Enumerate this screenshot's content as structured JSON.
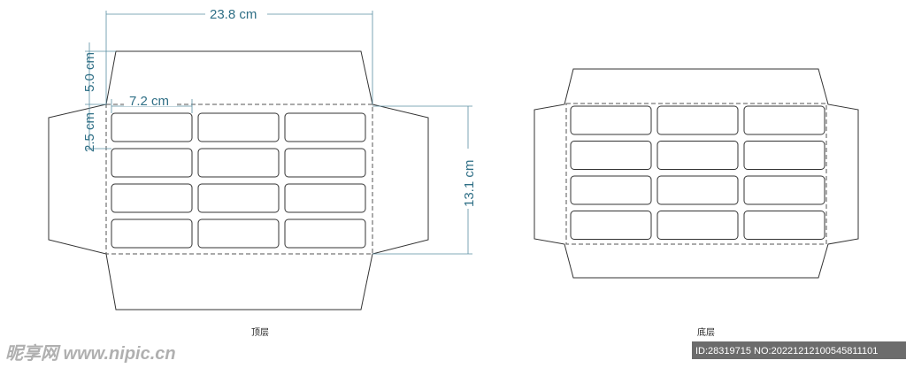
{
  "dimensions": {
    "width": "23.8 cm",
    "cell_width": "7.2 cm",
    "top_flap_height": "5.0 cm",
    "side_margin": "2.5 cm",
    "height": "13.1 cm"
  },
  "captions": {
    "top_layer": "顶层",
    "bottom_layer": "底层"
  },
  "watermark": {
    "left": "昵享网 www.nipic.cn",
    "right": "ID:28319715 NO:20221212100545811101"
  },
  "grid": {
    "rows": 4,
    "cols": 3
  },
  "colors": {
    "dimension": "#2f6f86",
    "outline": "#333333"
  }
}
